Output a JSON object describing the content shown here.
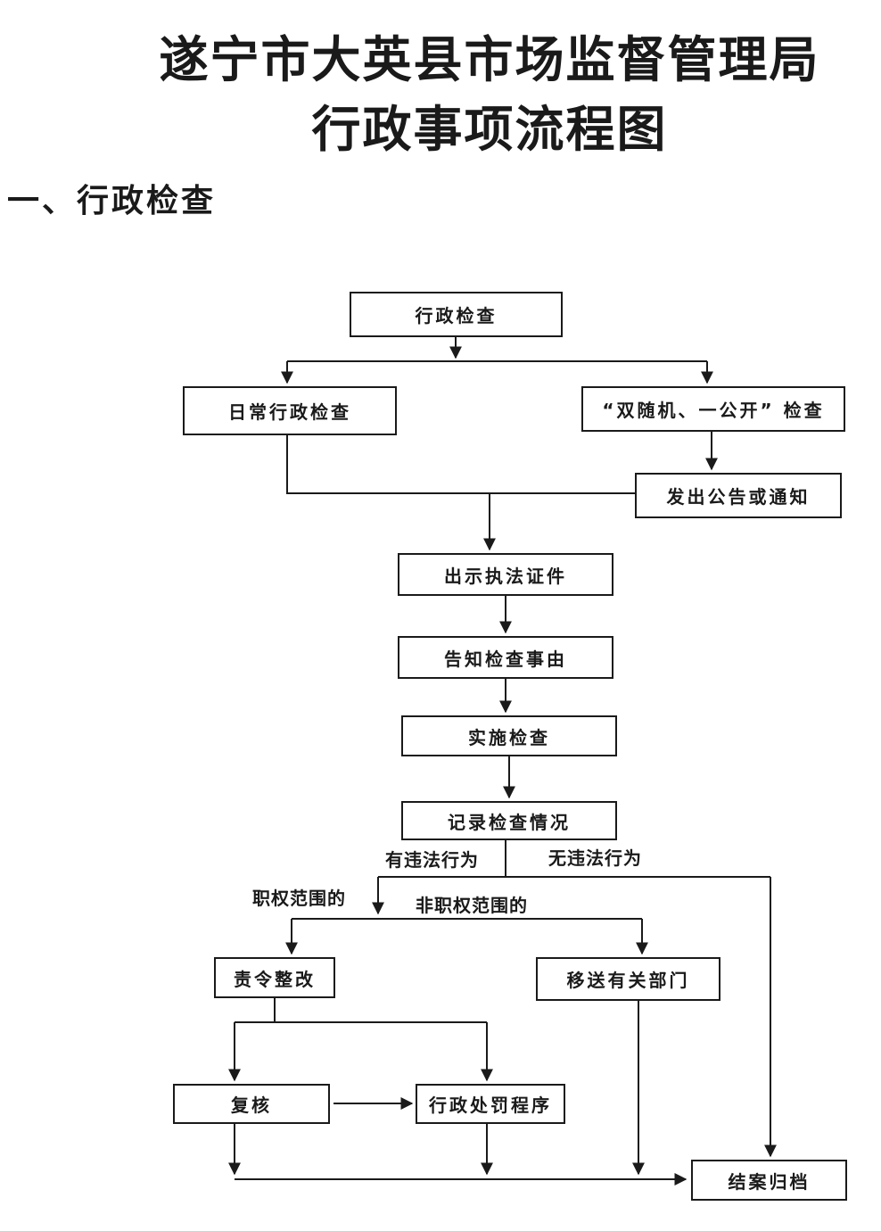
{
  "document": {
    "title_line1": "遂宁市大英县市场监督管理局",
    "title_line2": "行政事项流程图",
    "section_heading": "一、行政检查"
  },
  "flowchart": {
    "nodes": [
      {
        "id": "inspection",
        "label": "行政检查"
      },
      {
        "id": "daily-inspection",
        "label": "日常行政检查"
      },
      {
        "id": "double-random",
        "label": "“双随机、一公开” 检查"
      },
      {
        "id": "issue-notice",
        "label": "发出公告或通知"
      },
      {
        "id": "show-credentials",
        "label": "出示执法证件"
      },
      {
        "id": "inform-reason",
        "label": "告知检查事由"
      },
      {
        "id": "implement-inspection",
        "label": "实施检查"
      },
      {
        "id": "record-situation",
        "label": "记录检查情况"
      },
      {
        "id": "order-rectification",
        "label": "责令整改"
      },
      {
        "id": "transfer-departments",
        "label": "移送有关部门"
      },
      {
        "id": "review",
        "label": "复核"
      },
      {
        "id": "punishment-procedure",
        "label": "行政处罚程序"
      },
      {
        "id": "close-archive",
        "label": "结案归档"
      }
    ],
    "edge_labels": [
      {
        "id": "has-violation",
        "text": "有违法行为"
      },
      {
        "id": "no-violation",
        "text": "无违法行为"
      },
      {
        "id": "within-authority",
        "text": "职权范围的"
      },
      {
        "id": "outside-authority",
        "text": "非职权范围的"
      }
    ]
  },
  "colors": {
    "ink": "#1a1a1a",
    "background": "#ffffff"
  }
}
